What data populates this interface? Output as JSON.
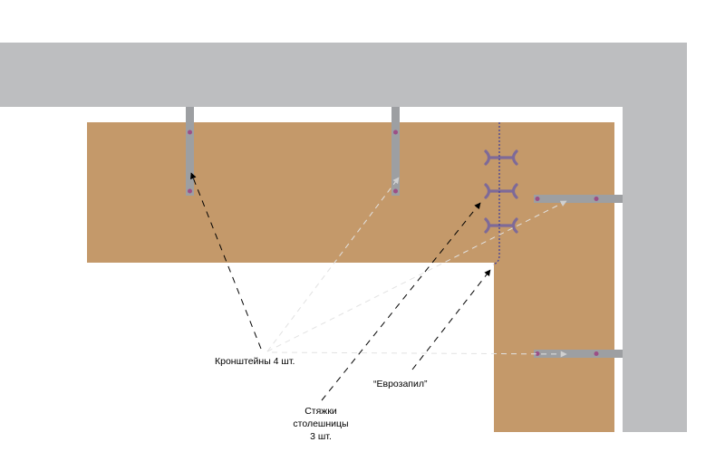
{
  "colors": {
    "wall": "#bdbec0",
    "countertop": "#c4996a",
    "bracket": "#9d9fa2",
    "bracket_dot": "#9c4f86",
    "tie": "#7e6a98",
    "cut_line": "#3a3a9e",
    "leader_dark": "#000000",
    "leader_light": "#e8e8e8"
  },
  "labels": {
    "brackets": "Кронштейны 4 шт.",
    "ties_line1": "Стяжки",
    "ties_line2": "столешницы",
    "ties_line3": "3 шт.",
    "eurocut": "“Еврозапил”"
  }
}
